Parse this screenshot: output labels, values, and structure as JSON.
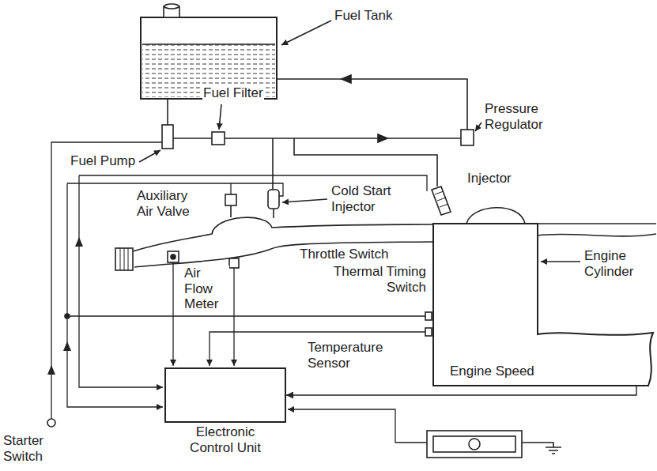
{
  "diagram": {
    "nodes": [
      {
        "text": [
          "Engine Speed"
        ]
      },
      {
        "text": [
          "Electronic Control Unit"
        ]
      }
    ],
    "edges": [
      {
        "from": 0,
        "to": 1,
        "arrow": "to"
      }
    ],
    "labels": [
      "Fuel Tank",
      "Fuel Filter",
      "Pressure Regulator",
      "Fuel Pump",
      "Injector",
      "Auxiliary Air Valve",
      "Cold Start Injector",
      "Throttle Switch",
      "Thermal Timing Switch",
      "Air Flow Meter",
      "Engine Cylinder",
      "Temperature Sensor",
      "Starter Switch"
    ]
  }
}
